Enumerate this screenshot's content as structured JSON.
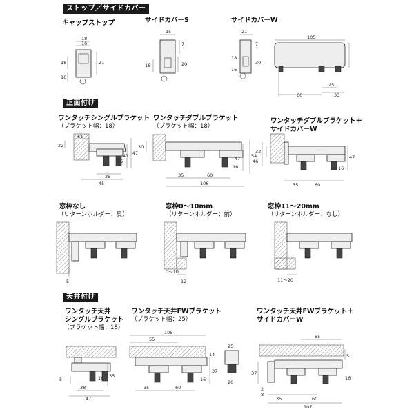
{
  "sections": {
    "stop": "ストップ／サイドカバー",
    "front": "正面付け",
    "ceiling": "天井付け"
  },
  "labels": {
    "cap_stop": "キャップストップ",
    "side_s": "サイドカバーS",
    "side_w": "サイドカバーW",
    "single": "ワンタッチシングルブラケット",
    "single_w": "（ブラケット幅：18）",
    "double": "ワンタッチダブルブラケット",
    "double_w": "（ブラケット幅：18）",
    "double_sc1": "ワンタッチダブルブラケット＋",
    "double_sc2": "サイドカバーW",
    "mado_none": "窓枠なし",
    "mado_none_sub": "（リターンホルダー：奥）",
    "mado_0_10": "窓枠0～10mm",
    "mado_0_10_sub": "（リターンホルダー：前）",
    "mado_11_20": "窓枠11～20mm",
    "mado_11_20_sub": "（リターンホルダー：なし）",
    "ceil_single1": "ワンタッチ天井",
    "ceil_single2": "シングルブラケット",
    "ceil_single_w": "（ブラケット幅：18）",
    "ceil_fw": "ワンタッチ天井FWブラケット",
    "ceil_fw_w": "（ブラケット幅：25）",
    "ceil_fw_sc": "ワンタッチ天井FWブラケット＋",
    "ceil_fw_sc2": "サイドカバーW"
  },
  "dims": {
    "cap_a": "18",
    "cap_b": "16",
    "cap_c": "18",
    "cap_d": "21",
    "cap_e": "16",
    "ss_a": "15",
    "ss_b": "7",
    "ss_c": "16",
    "ss_d": "20",
    "sw_a": "21",
    "sw_b": "7",
    "sw_c": "18",
    "sw_d": "16",
    "sw_e": "105",
    "sw_f": "30",
    "sw_g": "25",
    "sw_h": "33",
    "sw_i": "60",
    "si_a": "22",
    "si_b": "61",
    "si_c": "47",
    "si_d": "41",
    "si_e": "16",
    "si_f": "25",
    "si_g": "45",
    "db_a": "30",
    "db_b": "47",
    "db_c": "54",
    "db_d": "16",
    "db_e": "35",
    "db_f": "60",
    "db_g": "106",
    "dsc_a": "32",
    "dsc_b": "46",
    "dsc_c": "47",
    "dsc_d": "16",
    "dsc_e": "35",
    "dsc_f": "60",
    "m_a": "5",
    "m_b": "0～10",
    "m_c": "12",
    "m_d": "11～20",
    "cs_a": "5",
    "cs_b": "35",
    "cs_c": "16",
    "cs_d": "38",
    "cs_e": "47",
    "fw_a": "105",
    "fw_b": "55",
    "fw_c": "14",
    "fw_d": "37",
    "fw_e": "16",
    "fw_f": "35",
    "fw_g": "60",
    "fw_h": "25",
    "fw_i": "20",
    "fs_a": "55",
    "fs_b": "5",
    "fs_c": "37",
    "fs_d": "2",
    "fs_e": "8",
    "fs_f": "35",
    "fs_g": "60",
    "fs_h": "107",
    "fs_i": "16"
  }
}
